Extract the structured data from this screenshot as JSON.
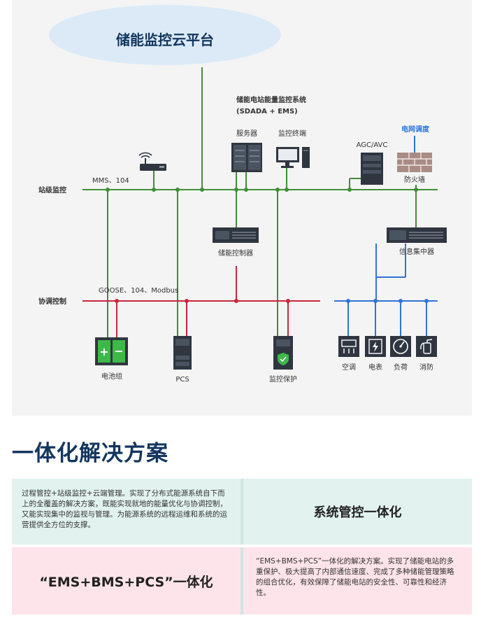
{
  "diagram": {
    "cloud_title": "储能监控云平台",
    "system_title_line1": "储能电站能量监控系统",
    "system_title_line2": "(SDADA + EMS)",
    "server_label": "服务器",
    "terminal_label": "监控终端",
    "agc_label": "AGC/AVC",
    "grid_dispatch_label": "电网调度",
    "firewall_label": "防火墙",
    "station_bus_label": "站级监控",
    "station_protocol": "MMS、104",
    "storage_controller_label": "储能控制器",
    "info_concentrator_label": "信息集中器",
    "coord_bus_label": "协调控制",
    "coord_protocol": "GOOSE、104、Modbus",
    "battery_label": "电池组",
    "pcs_label": "PCS",
    "monitor_protect_label": "监控保护",
    "ac_label": "空调",
    "meter_label": "电表",
    "load_label": "负荷",
    "fire_label": "消防",
    "colors": {
      "green_line": "#3f8f36",
      "red_line": "#c8283a",
      "blue_line": "#2f74d6",
      "dark_device": "#2f3640",
      "battery_green": "#3eb848",
      "cloud_fill": "#dceaf8",
      "title_blue": "#13365f"
    }
  },
  "solution": {
    "title": "一体化解决方案",
    "desc1": "过程管控+站级监控+云端管理。实现了分布式能源系统自下而上的全覆盖的解决方案，既能实现就地的能量优化与协调控制，又能实现集中的监视与管理。为能源系统的远程运维和系统的运营提供全方位的支撑。",
    "head1": "系统管控一体化",
    "head2": "“EMS+BMS+PCS”一体化",
    "desc2": "“EMS+BMS+PCS”一体化的解决方案。实现了储能电站的多重保护、极大提高了内部通信速度、完成了多种储能管理策略的组合优化，有效保障了储能电站的安全性、可靠性和经济性。"
  }
}
